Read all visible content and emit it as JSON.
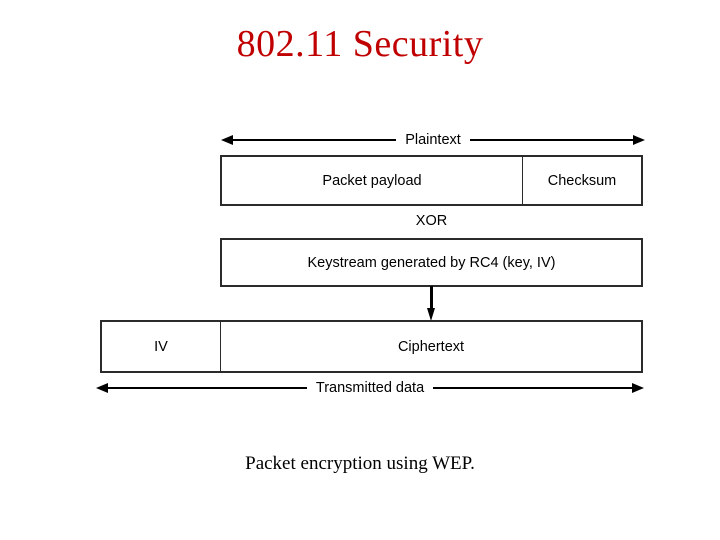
{
  "slide": {
    "title": "802.11 Security",
    "title_color": "#c00000",
    "caption": "Packet encryption using WEP.",
    "background_color": "#ffffff"
  },
  "diagram": {
    "type": "block-diagram",
    "subject": "WEP packet encryption",
    "line_color": "#2b2b2b",
    "text_color": "#000000",
    "span_labels": {
      "plaintext": "Plaintext",
      "transmitted": "Transmitted data"
    },
    "operator_label": "XOR",
    "rows": [
      {
        "name": "plaintext-row",
        "span_label": "Plaintext",
        "fields": [
          {
            "label": "Packet payload"
          },
          {
            "label": "Checksum"
          }
        ]
      },
      {
        "name": "keystream-row",
        "operator": "XOR",
        "fields": [
          {
            "label": "Keystream generated by RC4 (key, IV)"
          }
        ]
      },
      {
        "name": "transmitted-row",
        "span_label": "Transmitted data",
        "fields": [
          {
            "label": "IV"
          },
          {
            "label": "Ciphertext"
          }
        ]
      }
    ]
  }
}
